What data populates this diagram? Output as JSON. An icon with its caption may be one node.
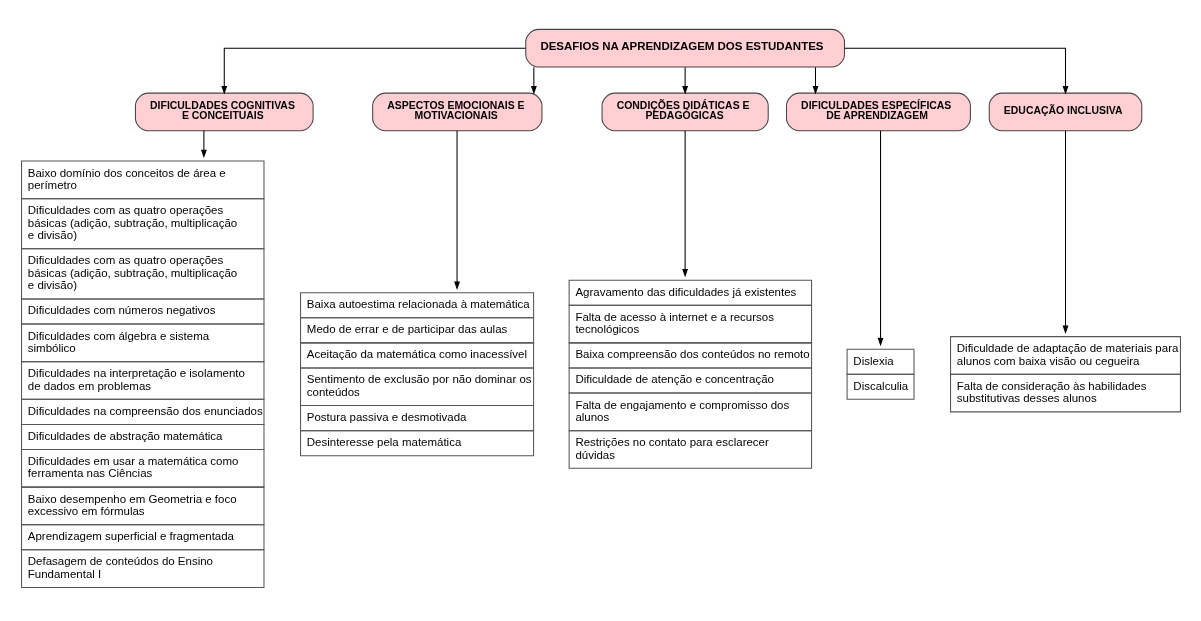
{
  "diagram": {
    "nodes": [
      {
        "text": [
          "DESAFIOS NA APRENDIZAGEM DOS ESTUDANTES"
        ]
      },
      {
        "text": [
          "DIFICULDADES COGNITIVAS E CONCEITUAIS"
        ]
      },
      {
        "text": [
          "ASPECTOS EMOCIONAIS E MOTIVACIONAIS"
        ]
      },
      {
        "text": [
          "CONDIÇÕES DIDÁTICAS E PEDAGÓGICAS"
        ]
      },
      {
        "text": [
          "DIFICULDADES ESPECÍFICAS DE APRENDIZAGEM"
        ]
      },
      {
        "text": [
          "EDUCAÇÃO INCLUSIVA"
        ]
      },
      {
        "text": [
          "Baixo domínio dos conceitos de área e perímetro",
          "Dificuldades com as quatro operações básicas (adição, subtração, multiplicação e divisão)",
          "Dificuldades com as quatro operações básicas (adição, subtração, multiplicação e divisão)",
          "Dificuldades com números negativos",
          "Dificuldades com álgebra e sistema simbólico",
          "Dificuldades na interpretação e isolamento de dados em problemas",
          "Dificuldades na compreensão dos enunciados",
          "Dificuldades de abstração matemática",
          "Dificuldades em usar a matemática como ferramenta nas Ciências",
          "Baixo desempenho em Geometria e foco excessivo em fórmulas",
          "Aprendizagem superficial e fragmentada",
          "Defasagem de conteúdos do Ensino Fundamental I"
        ]
      },
      {
        "text": [
          "Baixa autoestima relacionada à matemática",
          "Medo de errar e de participar das aulas",
          "Aceitação da matemática como inacessível",
          "Sentimento de exclusão por não dominar os conteúdos",
          "Postura passiva e desmotivada",
          "Desinteresse pela matemática"
        ]
      },
      {
        "text": [
          "Agravamento das dificuldades já existentes",
          "Falta de acesso à internet e a recursos tecnológicos",
          "Baixa compreensão dos conteúdos no remoto",
          "Dificuldade de atenção e concentração",
          "Falta de engajamento e compromisso dos alunos",
          "Restrições no contato para esclarecer dúvidas"
        ]
      },
      {
        "text": [
          "Dislexia",
          "Discalculia"
        ]
      },
      {
        "text": [
          "Dificuldade de adaptação de materiais para alunos com baixa visão ou cegueira",
          "Falta de consideração às habilidades substitutivas desses alunos"
        ]
      }
    ],
    "edges": [
      {
        "from": 0,
        "to": 1,
        "arrow": "to"
      },
      {
        "from": 0,
        "to": 2,
        "arrow": "to"
      },
      {
        "from": 0,
        "to": 3,
        "arrow": "to"
      },
      {
        "from": 0,
        "to": 4,
        "arrow": "to"
      },
      {
        "from": 0,
        "to": 5,
        "arrow": "to"
      },
      {
        "from": 1,
        "to": 6,
        "arrow": "to"
      },
      {
        "from": 2,
        "to": 7,
        "arrow": "to"
      },
      {
        "from": 3,
        "to": 8,
        "arrow": "to"
      },
      {
        "from": 4,
        "to": 9,
        "arrow": "to"
      },
      {
        "from": 5,
        "to": 10,
        "arrow": "to"
      }
    ]
  }
}
